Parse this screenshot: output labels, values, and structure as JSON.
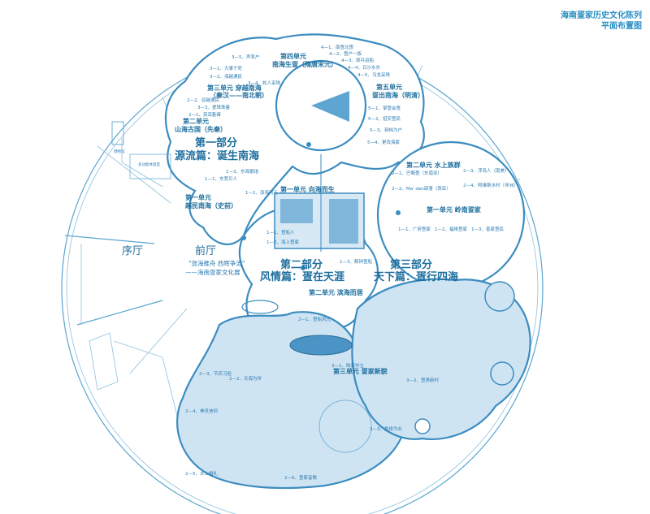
{
  "header": {
    "title_line1": "海南疍家历史文化陈列",
    "title_line2": "平面布置图"
  },
  "halls": {
    "lobby": "序厅",
    "front": "前厅",
    "front_sub1": "\"涨海推舟 西晖争流\"",
    "front_sub2": "——海南疍家文化展",
    "left_room1": "博物馆",
    "left_room2": "多功能休息室"
  },
  "parts": {
    "part1_title": "第一部分",
    "part1_sub": "源流篇：诞生南海",
    "part2_title": "第二部分",
    "part2_sub": "风情篇：疍在天涯",
    "part3_title": "第三部分",
    "part3_sub": "天下篇：疍行四海"
  },
  "units": {
    "p1_u1": "第一单元",
    "p1_u1_sub": "越民南海（史前）",
    "p1_u2": "第二单元",
    "p1_u2_sub": "山海古国（先秦）",
    "p1_u3": "第三单元 穿越南海",
    "p1_u3_sub": "（秦汉——南北朝）",
    "p1_u4": "第四单元",
    "p1_u4_sub": "南海生疍（隋唐宋元）",
    "p1_u5": "第五单元",
    "p1_u5_sub": "疍出南海（明清）",
    "p2_u1": "第一单元 向海而生",
    "p2_u2": "第二单元 滨海而居",
    "p2_u3": "第三单元 疍家新貌",
    "p3_u1": "第一单元 岭南疍家",
    "p3_u2": "第二单元 水上族群"
  },
  "items": {
    "i1_1": "1—1、东莞贝人",
    "i1_3": "1—3、东海银炮",
    "i1_2": "1—2、涨海河元",
    "i2_1": "2—1、亮耳勤奋",
    "i3_1": "3—1、大事于死",
    "i3_2": "3—2、海越通民",
    "i3_4": "3—4、蛇人采珠",
    "i3_5": "3—5、声率户",
    "i2_2": "2—2、驳越通民",
    "i3_3": "3—3、瓷珠珠着",
    "i4_1": "4—1、南疍北疍",
    "i4_2": "4—2、疍户一族",
    "i4_3": "4—3、原兵运船",
    "i4_4": "4—4、日沙水东",
    "i4_5": "4—5、乌龙采珠",
    "i5_1": "5—1、掌管会疍",
    "i5_2": "5—2、招安疍民",
    "i5_3": "5—3、刻档为户",
    "i5_4": "5—4、更改海家",
    "r2_1": "2—1、巴蜀疍（东南亚）",
    "r2_2": "2—2、Ma' dan部落（西亚）",
    "r2_3": "2—3、浮岛人（南美）",
    "r2_4": "2—4、阿维斯水村（非洲）",
    "r1_1": "1—1、广府疍家",
    "r1_2": "1—2、福佬疍家",
    "r1_3": "1—3、香家疍民",
    "m1_1": "1—1、疍船人",
    "m1_2": "1—2、海上疍家",
    "m1_3": "1—3、鲸钟疍船",
    "m2_1": "2—1、疍船风光",
    "m2_2": "2—2、天海为伴",
    "m2_3": "2—3、节庆习俗",
    "m2_4": "2—4、神灵信仰",
    "m2_5": "2—5、水上婚礼",
    "m2_6": "2—6、疍家音歌",
    "m3_1": "3—1、陆家作主",
    "m3_2": "3—2、疍渔新村",
    "m3_3": "3—3、鱼排为业"
  }
}
